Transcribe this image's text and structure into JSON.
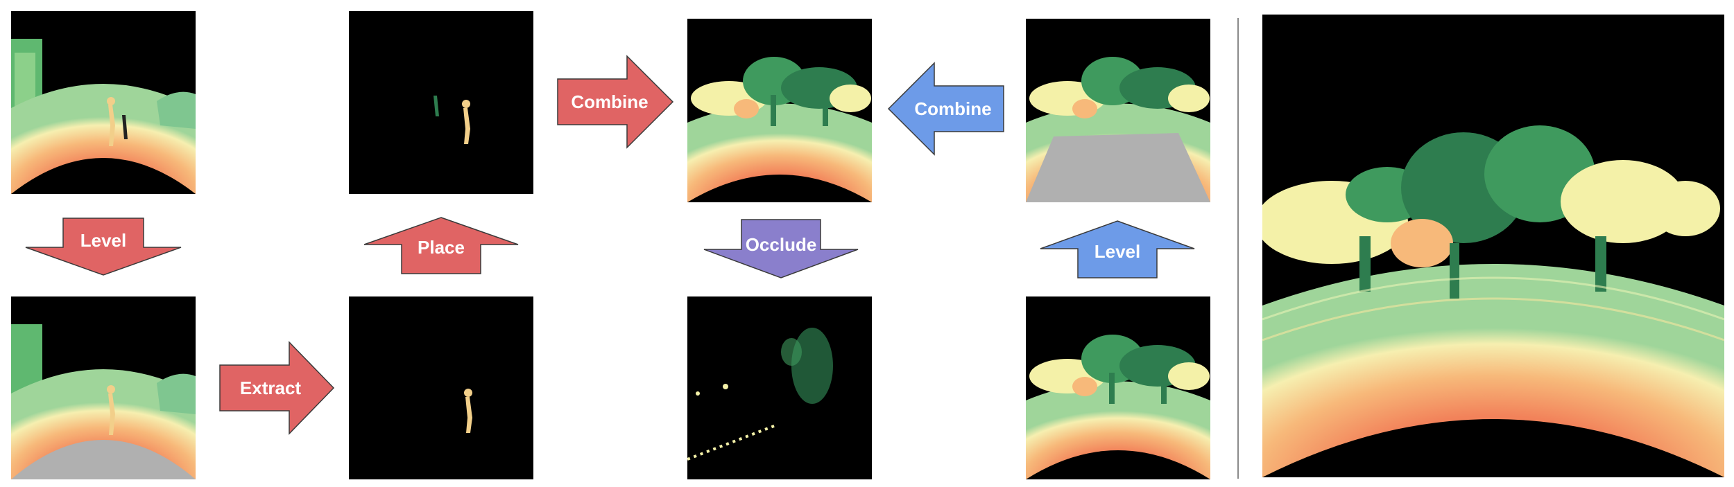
{
  "arrows": {
    "level_left": "Level",
    "extract": "Extract",
    "place": "Place",
    "combine_red": "Combine",
    "occlude": "Occlude",
    "combine_blue": "Combine",
    "level_right": "Level"
  },
  "colors": {
    "red_arrow": "#e06464",
    "blue_arrow": "#6d9be8",
    "purple_arrow": "#8a7fcc",
    "arrow_stroke": "#3a3a3a",
    "ground_far": "#f6f0b0",
    "ground_near": "#f2825a",
    "tree_dark": "#2e7d4f",
    "tree_light": "#f4f1a8",
    "pedestrian": "#f2cf8a",
    "occluded_ground": "#b0b0b0"
  }
}
